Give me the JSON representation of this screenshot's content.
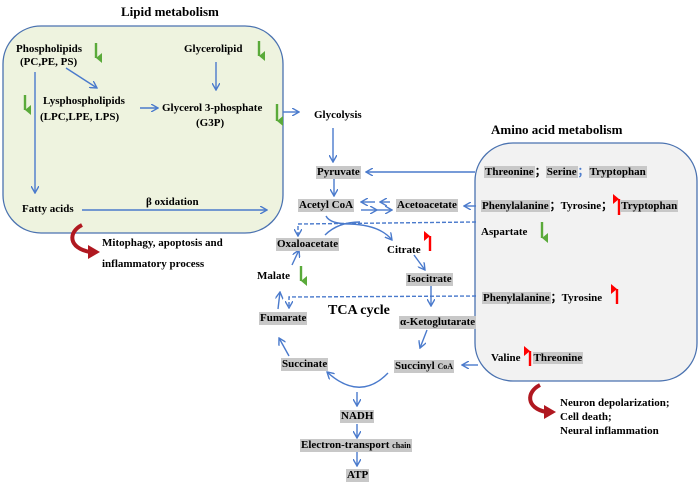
{
  "colors": {
    "lipid_box_fill": "#eef3df",
    "amino_box_fill": "#f2f2f2",
    "box_border": "#4a72b0",
    "arrow": "#4a7acc",
    "down_arrow": "#5aaa3a",
    "up_arrow": "#ff0000",
    "curved_arrow": "#b01820",
    "highlight": "#c8c8c8"
  },
  "lipid": {
    "title": "Lipid metabolism",
    "phospholipids": "Phospholipids",
    "phospholipids_sub": "(PC,PE, PS)",
    "glycerolipid": "Glycerolipid",
    "lysphospholipids": "Lysphospholipids",
    "lysphospholipids_sub": "(LPC,LPE, LPS)",
    "g3p": "Glycerol 3-phosphate",
    "g3p_sub": "(G3P)",
    "fatty_acids": "Fatty acids",
    "beta_oxidation": "β oxidation",
    "outcome_1": "Mitophagy, apoptosis and",
    "outcome_2": "inflammatory  process"
  },
  "tca": {
    "glycolysis": "Glycolysis",
    "pyruvate": "Pyruvate",
    "acetyl_coa": "Acetyl CoA",
    "acetoacetate": "Acetoacetate",
    "oxaloacetate": "Oxaloacetate",
    "citrate": "Citrate",
    "isocitrate": "Isocitrate",
    "malate": "Malate",
    "cycle_label": "TCA cycle",
    "fumarate": "Fumarate",
    "ketoglutarate": "α-Ketoglutarate",
    "succinate": "Succinate",
    "succinyl": "Succinyl",
    "succinyl_coa": "CoA",
    "nadh": "NADH",
    "etc": "Electron-transport",
    "etc_small": "chain",
    "atp": "ATP"
  },
  "amino": {
    "title": "Amino acid metabolism",
    "row1": [
      "Threonine",
      "Serine",
      "Tryptophan"
    ],
    "row2": [
      "Phenylalanine",
      "Tyrosine",
      "Tryptophan"
    ],
    "aspartate": "Aspartate",
    "row3": [
      "Phenylalanine",
      "Tyrosine"
    ],
    "row4": [
      "Valine",
      "Threonine"
    ],
    "sep": "；",
    "outcome_1": "Neuron  depolarization;",
    "outcome_2": "Cell death;",
    "outcome_3": "Neural inflammation"
  }
}
